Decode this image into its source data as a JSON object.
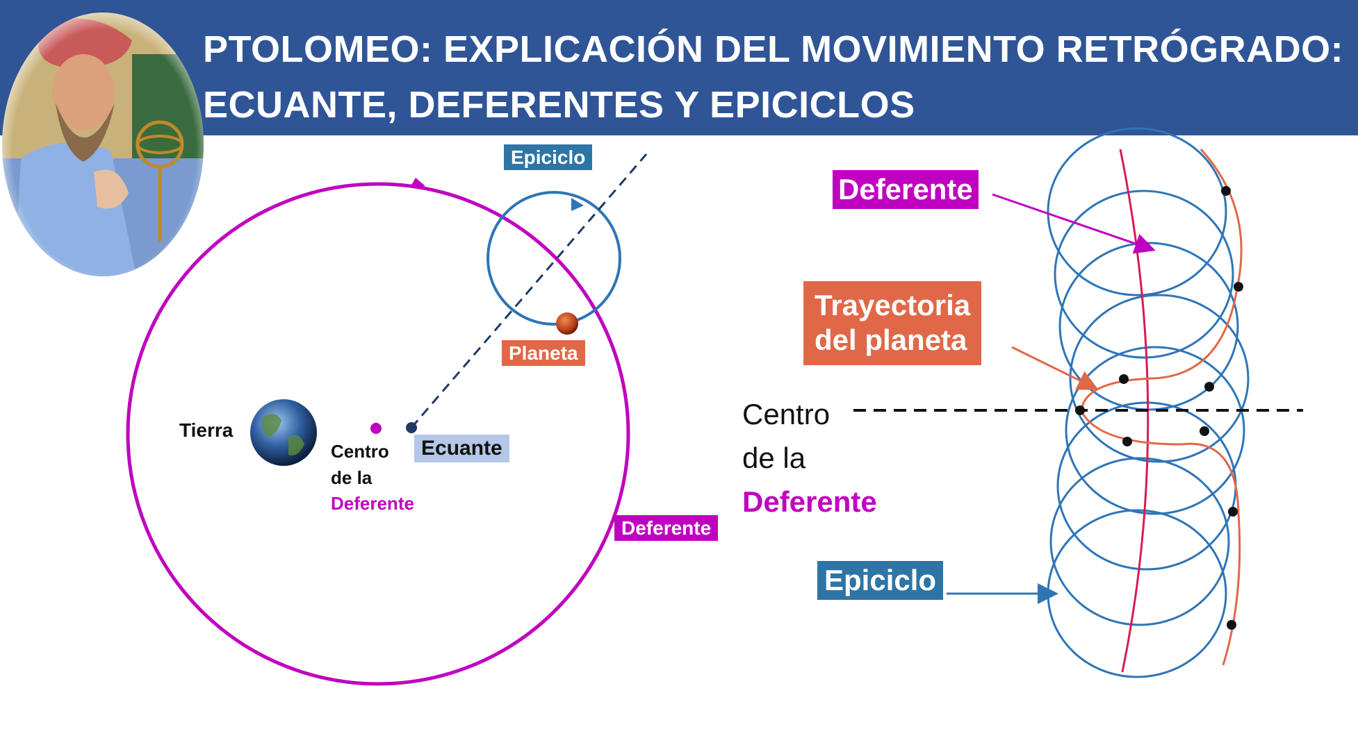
{
  "header": {
    "title_line1": "PTOLOMEO: EXPLICACIÓN DEL MOVIMIENTO RETRÓGRADO:",
    "title_line2": "ECUANTE, DEFERENTES Y EPICICLOS"
  },
  "left_diagram": {
    "epicycle_label": "Epiciclo",
    "planet_label": "Planeta",
    "earth_label": "Tierra",
    "center_line1": "Centro",
    "center_line2": "de la",
    "center_line3": "Deferente",
    "equant_label": "Ecuante",
    "deferent_label": "Deferente"
  },
  "right_diagram": {
    "deferent_label": "Deferente",
    "trajectory_line1": "Trayectoria",
    "trajectory_line2": "del planeta",
    "center_line1": "Centro",
    "center_line2": "de la",
    "center_line3": "Deferente",
    "epicycle_label": "Epiciclo"
  },
  "colors": {
    "banner": "#2f5597",
    "deferent": "#c000c0",
    "epicycle": "#2e75b6",
    "trajectory": "#e06848",
    "equant_tag": "#b4c7e7",
    "epicycle_tag": "#2e75a6",
    "planet_tag": "#e06848"
  }
}
